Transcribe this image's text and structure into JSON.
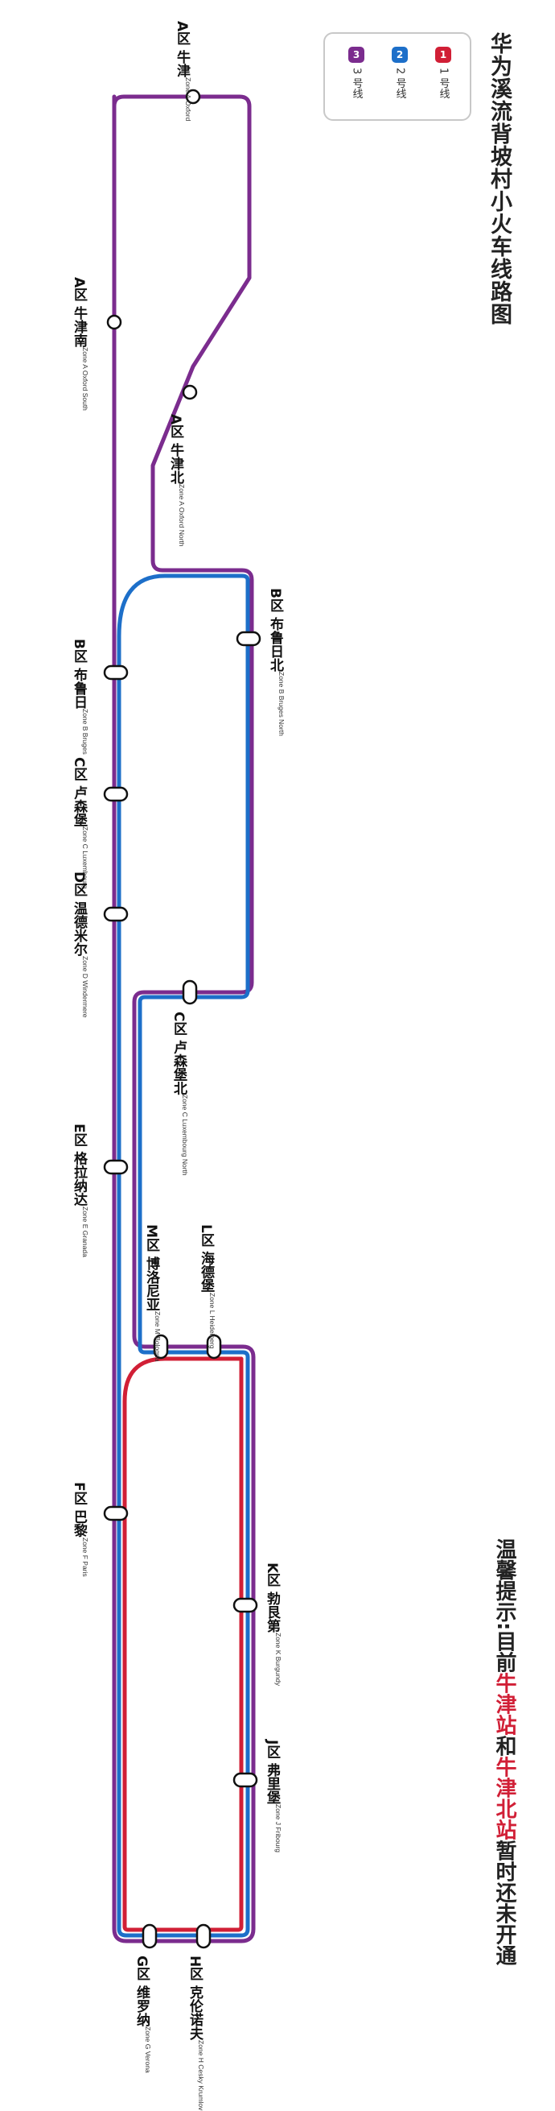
{
  "title": "华为溪流背坡村小火车线路图",
  "legend": [
    {
      "badge": "1",
      "label": "1 号线",
      "color": "#d11f36"
    },
    {
      "badge": "2",
      "label": "2 号线",
      "color": "#1d6fc9"
    },
    {
      "badge": "3",
      "label": "3 号线",
      "color": "#7b2c8e"
    }
  ],
  "notice": {
    "prefix": "温馨提示:",
    "p1": "目前",
    "s1": "牛津站",
    "p2": "和",
    "s2": "牛津北站",
    "p3": "暂时还未开通"
  },
  "stations": [
    {
      "zh": "A区 牛津",
      "en": "Zone A Oxford"
    },
    {
      "zh": "A区 牛津南",
      "en": "Zone A Oxford South"
    },
    {
      "zh": "A区 牛津北",
      "en": "Zone A Oxford North"
    },
    {
      "zh": "B区 布鲁日北",
      "en": "Zone B Bruges North"
    },
    {
      "zh": "B区 布鲁日",
      "en": "Zone B Bruges"
    },
    {
      "zh": "C区 卢森堡",
      "en": "Zone C Luxembourg"
    },
    {
      "zh": "D区 温德米尔",
      "en": "Zone D Windermere"
    },
    {
      "zh": "C区 卢森堡北",
      "en": "Zone C Luxembourg North"
    },
    {
      "zh": "E区 格拉纳达",
      "en": "Zone E Granada"
    },
    {
      "zh": "L区 海德堡",
      "en": "Zone L Heidelberg"
    },
    {
      "zh": "M区 博洛尼亚",
      "en": "Zone M Bologna"
    },
    {
      "zh": "F区 巴黎",
      "en": "Zone F Paris"
    },
    {
      "zh": "K区 勃艮第",
      "en": "Zone K Burgundy"
    },
    {
      "zh": "J区 弗里堡",
      "en": "Zone J Fribourg"
    },
    {
      "zh": "H区 克伦诺夫",
      "en": "Zone H Cesky Krumlov"
    },
    {
      "zh": "G区 维罗纳",
      "en": "Zone G Verona"
    }
  ],
  "colors": {
    "line1": "#d11f36",
    "line2": "#1d6fc9",
    "line3": "#7b2c8e"
  }
}
